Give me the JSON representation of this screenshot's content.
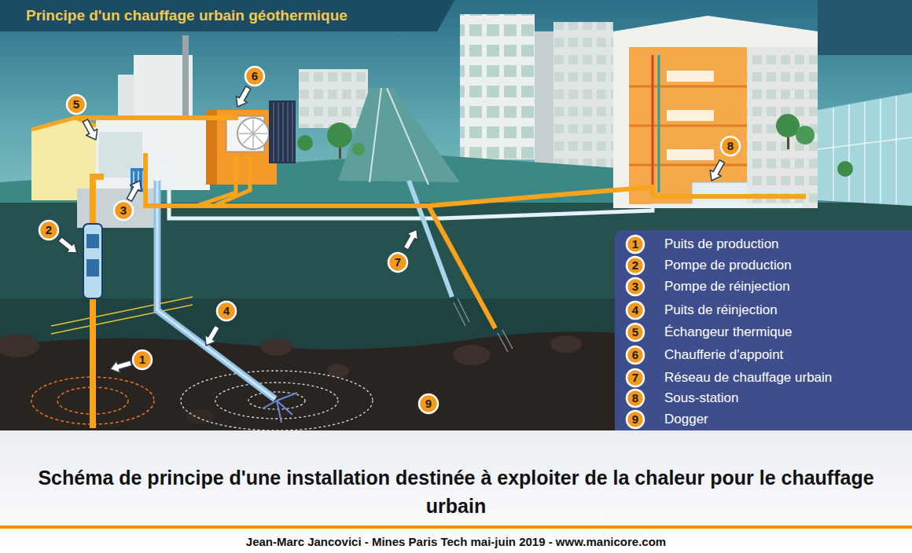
{
  "diagram": {
    "title": "Principe d'un chauffage urbain géothermique",
    "caption": "Schéma de principe d'une installation destinée à exploiter de la chaleur pour le chauffage urbain",
    "labels": [
      "6",
      "5",
      "8",
      "3",
      "2",
      "7",
      "4",
      "1",
      "9",
      "1",
      "2",
      "3",
      "4",
      "5",
      "6",
      "7",
      "8",
      "9",
      "Jean-Marc Jancovici - Mines Paris Tech mai-juin 2019 - www.manicore.com"
    ],
    "legend": [
      {
        "text": "Puits de production"
      },
      {
        "text": "Pompe de production"
      },
      {
        "text": "Pompe de réinjection"
      },
      {
        "text": "Puits de réinjection"
      },
      {
        "text": "Échangeur thermique"
      },
      {
        "text": "Chaufferie d'appoint"
      },
      {
        "text": "Réseau de chauffage urbain"
      },
      {
        "text": "Sous-station"
      },
      {
        "text": "Dogger"
      }
    ]
  }
}
